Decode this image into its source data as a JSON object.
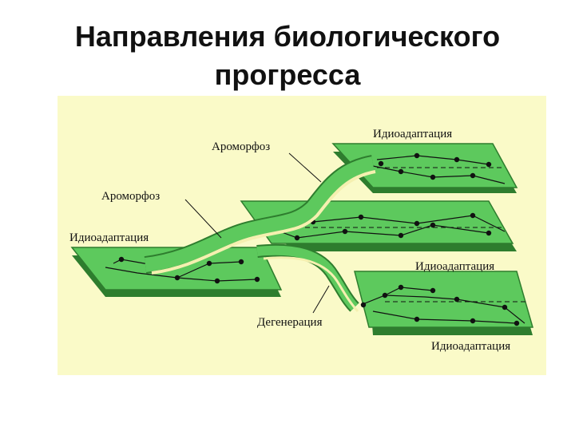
{
  "slide": {
    "title_line1": "Направления биологического",
    "title_line2": "прогресса"
  },
  "diagram": {
    "labels": {
      "idio_top": "Идиоадаптация",
      "aromorphoz_upper": "Ароморфоз",
      "aromorphoz_lower": "Ароморфоз",
      "idio_left": "Идиоадаптация",
      "idio_middle": "Идиоадаптация",
      "degeneration": "Дегенерация",
      "idio_bottom": "Идиоадаптация"
    },
    "colors": {
      "background": "#FAFAC8",
      "plate": "#5DC95D",
      "plate_edge": "#2E7D2E",
      "ribbon": "#F5F0B0",
      "node": "#111111"
    }
  }
}
